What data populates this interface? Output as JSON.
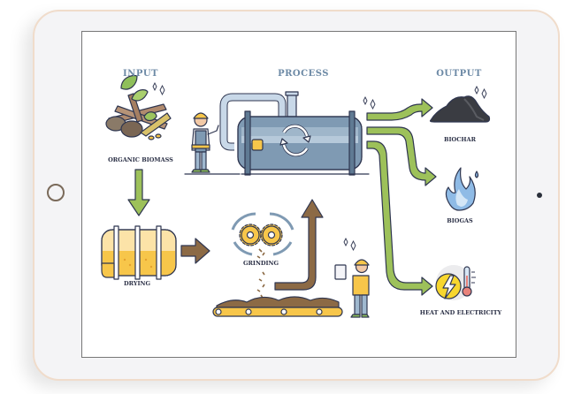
{
  "diagram": {
    "sections": {
      "input": "INPUT",
      "process": "PROCESS",
      "output": "OUTPUT"
    },
    "steps": {
      "organic_biomass": "ORGANIC BIOMASS",
      "drying": "DRYING",
      "grinding": "GRINDING"
    },
    "outputs": {
      "biochar": "BIOCHAR",
      "biogas": "BIOGAS",
      "heat_electricity": "HEAT AND ELECTRICITY"
    },
    "colors": {
      "header_text": "#6d8aa6",
      "caption_text": "#2a2f45",
      "flow_green": "#9dc15a",
      "flow_brown": "#8c6a45",
      "tank_blue": "#7f9ab3",
      "yellow": "#f7c64a",
      "outline": "#2f3650"
    }
  },
  "device": {
    "home_button": "home-button",
    "camera": "front-camera"
  }
}
